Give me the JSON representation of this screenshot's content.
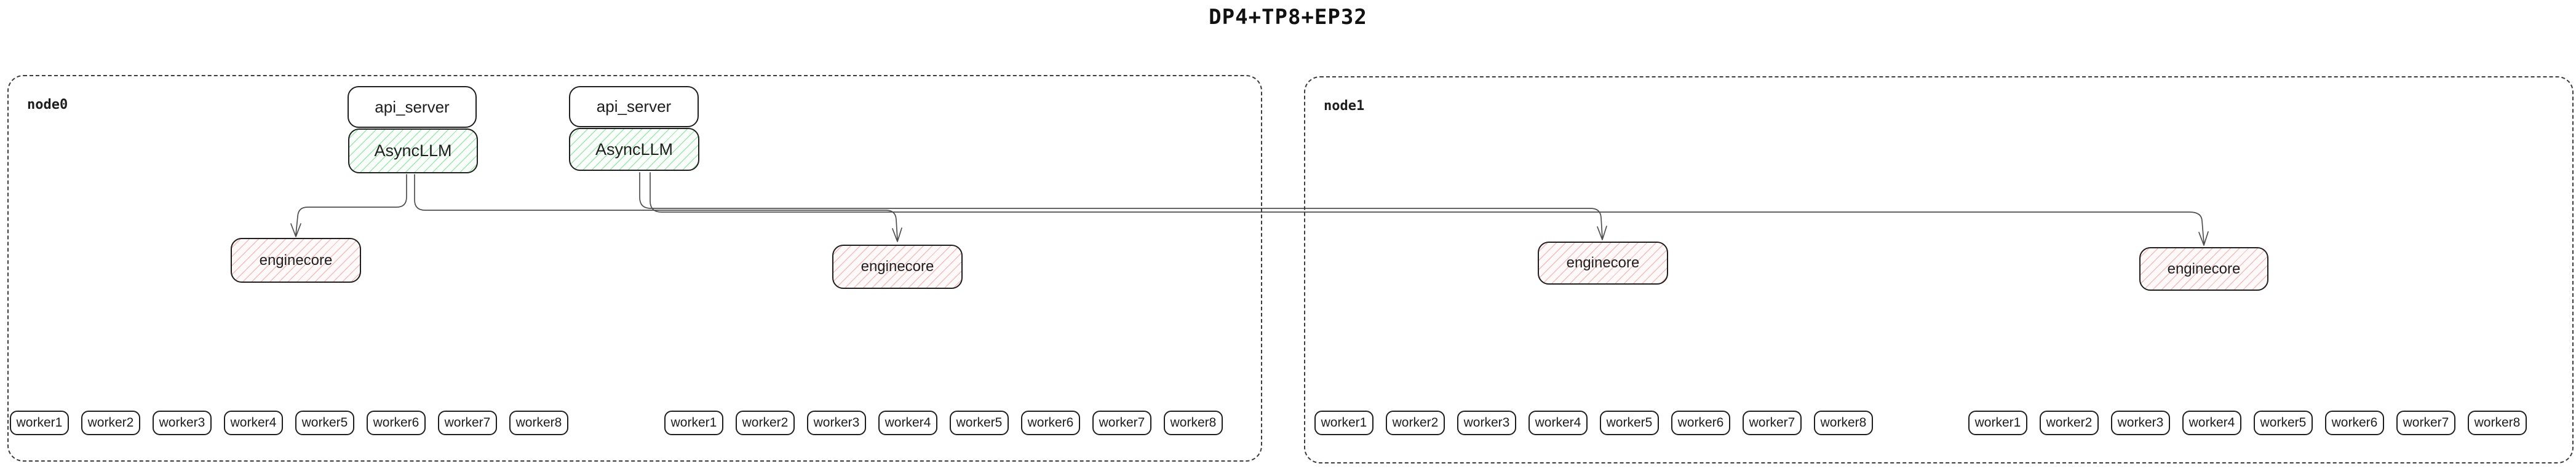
{
  "title": "DP4+TP8+EP32",
  "diagram": {
    "nodes": [
      {
        "label": "node0",
        "stacks": [
          {
            "api_server": "api_server",
            "async_llm": "AsyncLLM"
          },
          {
            "api_server": "api_server",
            "async_llm": "AsyncLLM"
          }
        ],
        "enginecores": [
          "enginecore",
          "enginecore"
        ],
        "worker_groups": [
          [
            "worker1",
            "worker2",
            "worker3",
            "worker4",
            "worker5",
            "worker6",
            "worker7",
            "worker8"
          ],
          [
            "worker1",
            "worker2",
            "worker3",
            "worker4",
            "worker5",
            "worker6",
            "worker7",
            "worker8"
          ]
        ]
      },
      {
        "label": "node1",
        "stacks": [],
        "enginecores": [
          "enginecore",
          "enginecore"
        ],
        "worker_groups": [
          [
            "worker1",
            "worker2",
            "worker3",
            "worker4",
            "worker5",
            "worker6",
            "worker7",
            "worker8"
          ],
          [
            "worker1",
            "worker2",
            "worker3",
            "worker4",
            "worker5",
            "worker6",
            "worker7",
            "worker8"
          ]
        ]
      }
    ]
  },
  "colors": {
    "border": "#1e1e1e",
    "green_hatch": "#9fe6ad",
    "red_hatch": "#f4bcbc",
    "edge": "#4f4f4f",
    "node_border": "#3c3c3c"
  }
}
